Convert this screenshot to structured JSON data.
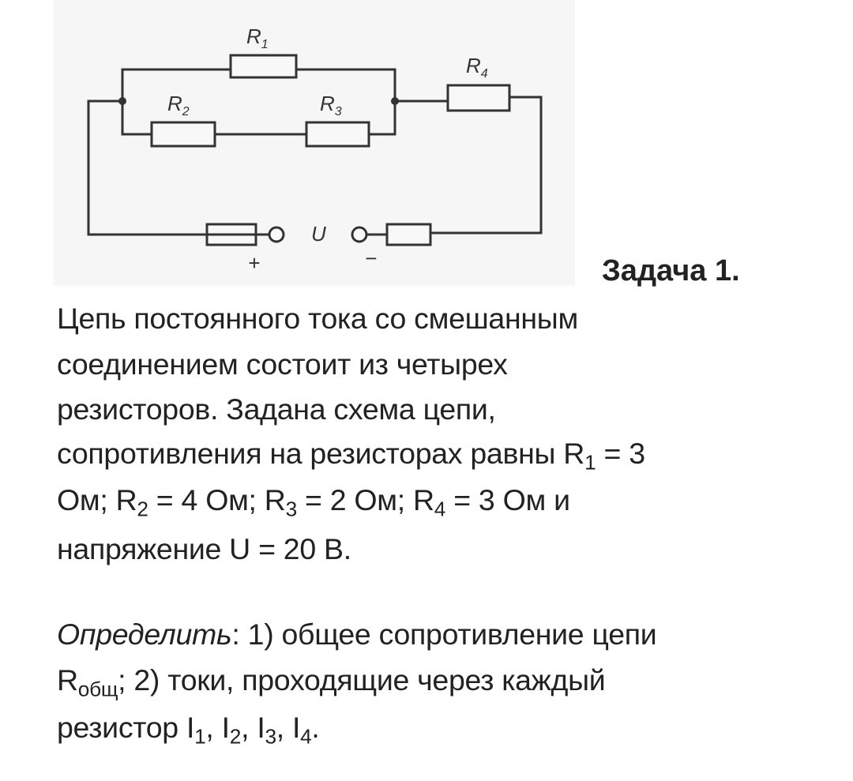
{
  "diagram": {
    "labels": {
      "r1": "R",
      "r1_sub": "1",
      "r2": "R",
      "r2_sub": "2",
      "r3": "R",
      "r3_sub": "3",
      "r4": "R",
      "r4_sub": "4",
      "u": "U",
      "plus": "+",
      "minus": "−"
    }
  },
  "task": {
    "title": "Задача 1.",
    "line1": "Цепь постоянного тока со смешанным",
    "line2": "соединением состоит из четырех",
    "line3": "резисторов. Задана схема цепи,",
    "line4": {
      "a": "сопротивления на резисторах равны R",
      "s1": "1",
      "b": " = 3"
    },
    "line5": {
      "a": "Ом; R",
      "s2": "2",
      "b": " = 4 Ом; R",
      "s3": "3",
      "c": " = 2 Ом; R",
      "s4": "4",
      "d": " = 3 Ом и"
    },
    "line6": "напряжение U = 20 В.",
    "question": {
      "label": "Определить",
      "l1": ": 1) общее сопротивление цепи",
      "l2a": "R",
      "l2sub": "общ",
      "l2b": "; 2) токи, проходящие через каждый",
      "l3a": "резистор I",
      "s1": "1",
      "l3b": ", I",
      "s2": "2",
      "l3c": ", I",
      "s3": "3",
      "l3d": ", I",
      "s4": "4",
      "l3e": "."
    }
  }
}
